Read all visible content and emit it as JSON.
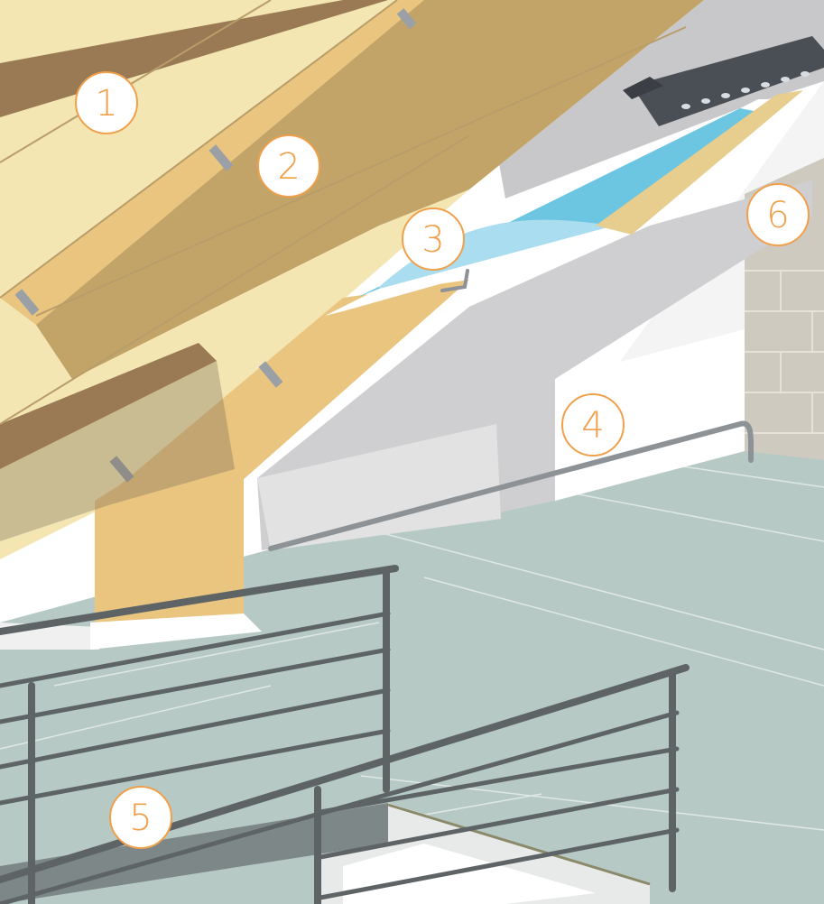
{
  "callouts": [
    {
      "id": "callout-1",
      "label": "1"
    },
    {
      "id": "callout-2",
      "label": "2"
    },
    {
      "id": "callout-3",
      "label": "3"
    },
    {
      "id": "callout-4",
      "label": "4"
    },
    {
      "id": "callout-5",
      "label": "5"
    },
    {
      "id": "callout-6",
      "label": "6"
    }
  ],
  "colors": {
    "callout_orange": "#f0a04b",
    "insulation_light": "#f3e6b3",
    "insulation_mid": "#e9c57f",
    "rafter_brown": "#9a7a55",
    "panel_tan": "#c3a468",
    "glass_blue": "#6cc6e2",
    "lining_gray": "#c9c9cb",
    "plaster_white": "#f4f4f4",
    "floor_green": "#b6c9c5",
    "railing_gray": "#5e6465",
    "brick_gray": "#cfcac0"
  }
}
